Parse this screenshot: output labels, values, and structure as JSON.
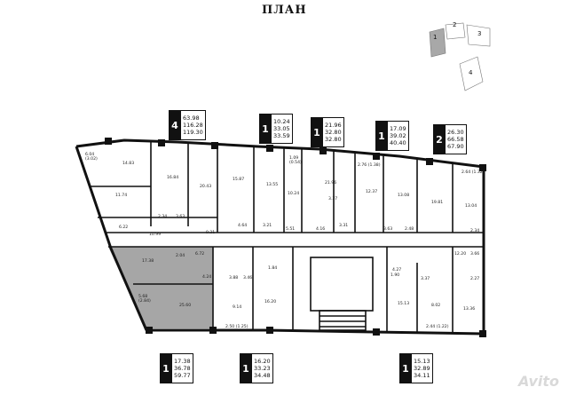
{
  "title": "ПЛАН",
  "key_plan": {
    "sections": [
      "1",
      "2",
      "3",
      "4"
    ],
    "highlight_color": "#a8a8a8"
  },
  "colors": {
    "wall": "#111111",
    "selected_unit": "#a6a6a6"
  },
  "tags": [
    {
      "rooms": "4",
      "areas": [
        "63.98",
        "116.28",
        "119.30"
      ]
    },
    {
      "rooms": "1",
      "areas": [
        "10.24",
        "33.05",
        "33.59"
      ]
    },
    {
      "rooms": "1",
      "areas": [
        "21.96",
        "32.80",
        "32.80"
      ]
    },
    {
      "rooms": "1",
      "areas": [
        "17.09",
        "39.02",
        "40.40"
      ]
    },
    {
      "rooms": "2",
      "areas": [
        "26.30",
        "66.58",
        "67.90"
      ]
    },
    {
      "rooms": "1",
      "areas": [
        "17.38",
        "36.78",
        "59.77"
      ]
    },
    {
      "rooms": "1",
      "areas": [
        "16.20",
        "33.23",
        "34.48"
      ]
    },
    {
      "rooms": "1",
      "areas": [
        "15.13",
        "32.89",
        "34.11"
      ]
    }
  ],
  "room_labels": [
    "6.04\n(3.02)",
    "14.83",
    "16.84",
    "20.43",
    "15.87",
    "13.55",
    "10.24",
    "1.09\n(0.54)",
    "21.96",
    "2.76 (1.38)",
    "12.37",
    "13.08",
    "19.81",
    "2.64 (1.32)",
    "13.04",
    "11.74",
    "2.34",
    "3.63",
    "4.64",
    "3.21",
    "5.51",
    "4.16",
    "3.31",
    "3.63",
    "2.48",
    "2.34",
    "3.37",
    "6.22",
    "10.99",
    "9.21",
    "2.04",
    "6.72",
    "4.24",
    "3.88",
    "3.46",
    "1.84",
    "12.20",
    "4.27",
    "3.37",
    "3.66",
    "2.27",
    "17.38",
    "5.68\n(2.84)",
    "25.60",
    "9.14",
    "16.20",
    "1.90",
    "15.13",
    "8.02",
    "13.36",
    "2.50 (1.25)",
    "2.44 (1.22)"
  ],
  "watermark": "Avito"
}
